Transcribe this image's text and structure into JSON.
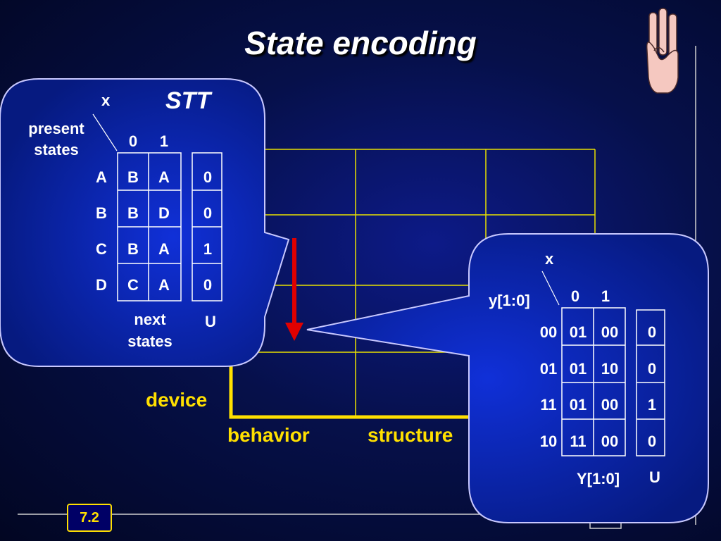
{
  "title": "State encoding",
  "page_number": "7.2",
  "chart_labels": {
    "device": "device",
    "behavior": "behavior",
    "structure": "structure"
  },
  "stt": {
    "title": "STT",
    "input_label": "x",
    "row_header": "present states",
    "row_header_line1": "present",
    "row_header_line2": "states",
    "columns": [
      "0",
      "1"
    ],
    "rows": [
      {
        "state": "A",
        "next": [
          "B",
          "A"
        ],
        "output": "0"
      },
      {
        "state": "B",
        "next": [
          "B",
          "D"
        ],
        "output": "0"
      },
      {
        "state": "C",
        "next": [
          "B",
          "A"
        ],
        "output": "1"
      },
      {
        "state": "D",
        "next": [
          "C",
          "A"
        ],
        "output": "0"
      }
    ],
    "next_label_line1": "next",
    "next_label_line2": "states",
    "output_label": "U"
  },
  "encoded": {
    "input_label": "x",
    "row_header": "y[1:0]",
    "columns": [
      "0",
      "1"
    ],
    "rows": [
      {
        "state": "00",
        "next": [
          "01",
          "00"
        ],
        "output": "0"
      },
      {
        "state": "01",
        "next": [
          "01",
          "10"
        ],
        "output": "0"
      },
      {
        "state": "11",
        "next": [
          "01",
          "00"
        ],
        "output": "1"
      },
      {
        "state": "10",
        "next": [
          "11",
          "00"
        ],
        "output": "0"
      }
    ],
    "next_label": "Y[1:0]",
    "output_label": "U"
  },
  "icons": [
    "three-fingers-hand-icon",
    "down-arrow-icon"
  ],
  "colors": {
    "accent": "#ffe000",
    "arrow": "#e00000",
    "bubble_border": "#c8c8ff"
  }
}
